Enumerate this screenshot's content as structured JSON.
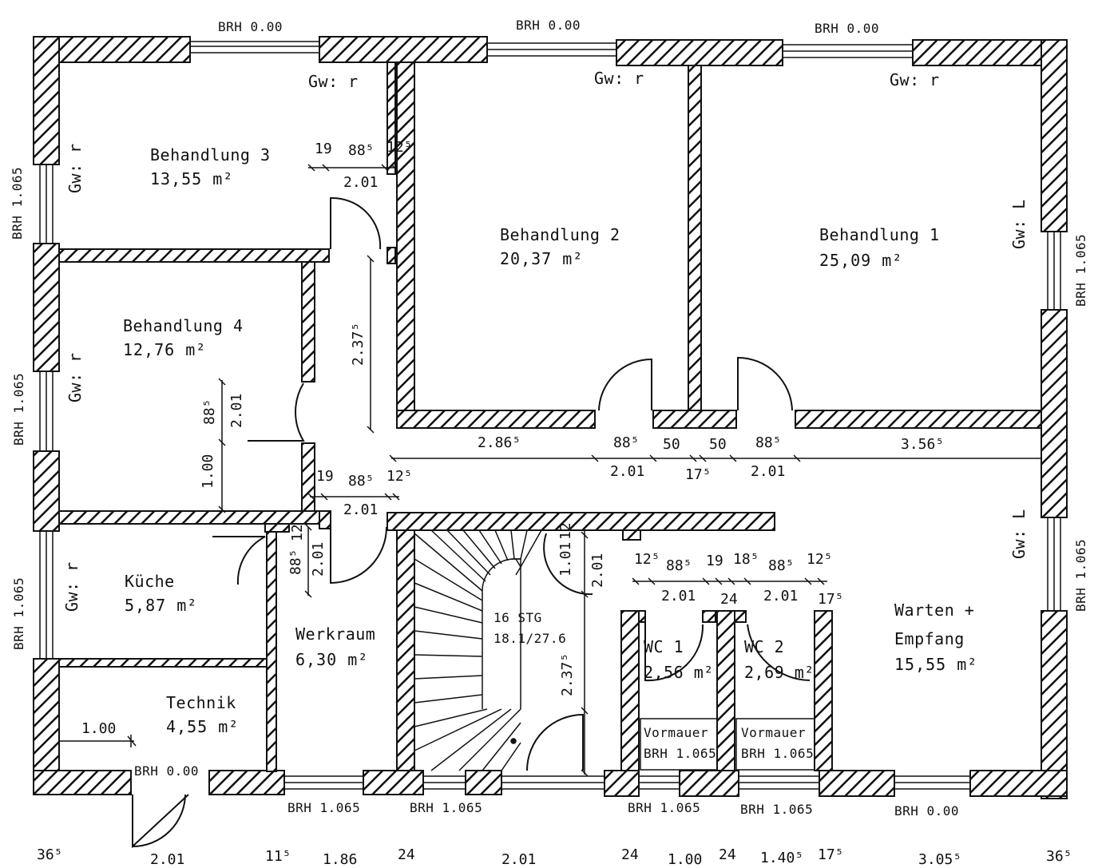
{
  "rooms": {
    "behandlung3": {
      "name": "Behandlung 3",
      "area": "13,55 m²"
    },
    "behandlung2": {
      "name": "Behandlung 2",
      "area": "20,37 m²"
    },
    "behandlung1": {
      "name": "Behandlung 1",
      "area": "25,09 m²"
    },
    "behandlung4": {
      "name": "Behandlung 4",
      "area": "12,76 m²"
    },
    "kueche": {
      "name": "Küche",
      "area": "5,87 m²"
    },
    "technik": {
      "name": "Technik",
      "area": "4,55 m²"
    },
    "werkraum": {
      "name": "Werkraum",
      "area": "6,30 m²"
    },
    "wc1": {
      "name": "WC 1",
      "area": "2,56 m²"
    },
    "wc2": {
      "name": "WC 2",
      "area": "2,69 m²"
    },
    "warten": {
      "name1": "Warten +",
      "name2": "Empfang",
      "area": "15,55 m²"
    }
  },
  "stairs": {
    "line1": "16 STG",
    "line2": "18.1/27.6"
  },
  "vormauer": {
    "label": "Vormauer",
    "brh": "BRH 1.065"
  },
  "brh": {
    "zero": "BRH 0.00",
    "high": "BRH 1.065"
  },
  "glass": {
    "r": "Gw: r",
    "l": "Gw: L"
  },
  "dims": {
    "d19": "19",
    "d885": "88⁵",
    "d125": "12⁵",
    "d201": "2.01",
    "d2375": "2.37⁵",
    "d2865": "2.86⁵",
    "d50": "50",
    "d175": "17⁵",
    "d3565": "3.56⁵",
    "d100": "1.00",
    "d12": "12",
    "d185": "18⁵",
    "d24": "24",
    "d101": "1.01",
    "b365": "36⁵",
    "b201": "2.01",
    "b115": "11⁵",
    "b186": "1.86",
    "b24": "24",
    "b100": "1.00",
    "b140": "1.40⁵",
    "b175": "17⁵",
    "b305": "3.05⁵"
  }
}
